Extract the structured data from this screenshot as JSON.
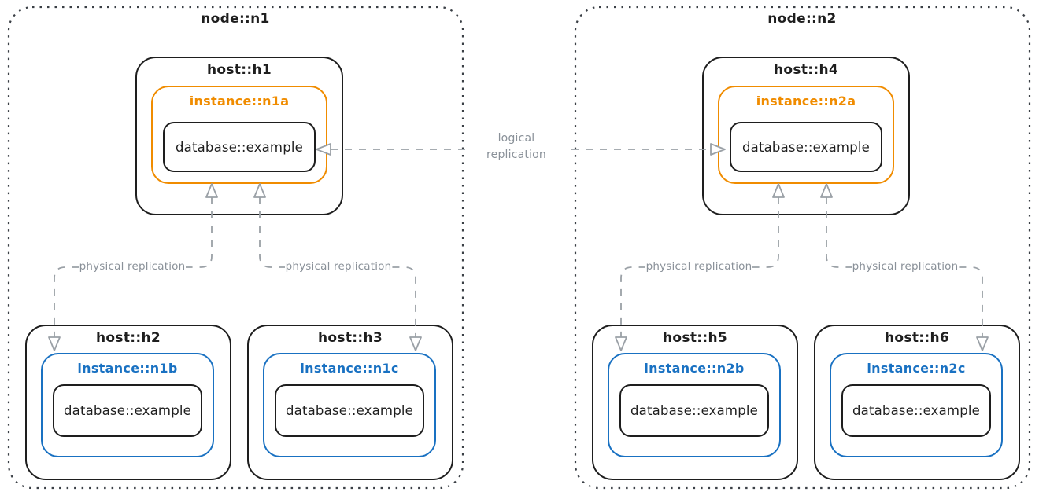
{
  "nodes": {
    "n1": {
      "label": "node::n1"
    },
    "n2": {
      "label": "node::n2"
    }
  },
  "hosts": {
    "h1": {
      "label": "host::h1",
      "instance_label": "instance::n1a",
      "database_label": "database::example"
    },
    "h2": {
      "label": "host::h2",
      "instance_label": "instance::n1b",
      "database_label": "database::example"
    },
    "h3": {
      "label": "host::h3",
      "instance_label": "instance::n1c",
      "database_label": "database::example"
    },
    "h4": {
      "label": "host::h4",
      "instance_label": "instance::n2a",
      "database_label": "database::example"
    },
    "h5": {
      "label": "host::h5",
      "instance_label": "instance::n2b",
      "database_label": "database::example"
    },
    "h6": {
      "label": "host::h6",
      "instance_label": "instance::n2c",
      "database_label": "database::example"
    }
  },
  "edges": {
    "logical_replication": {
      "label_line1": "logical",
      "label_line2": "replication"
    },
    "physical_replication_labels": [
      "physical replication",
      "physical replication",
      "physical replication",
      "physical replication"
    ]
  },
  "colors": {
    "primary_instance_accent": "#f08c00",
    "standby_instance_accent": "#1971c2",
    "box_stroke": "#1e1e1e",
    "node_border": "#3a3f45",
    "arrow_gray": "#9aa0a6",
    "edge_label_gray": "#8a9199"
  }
}
